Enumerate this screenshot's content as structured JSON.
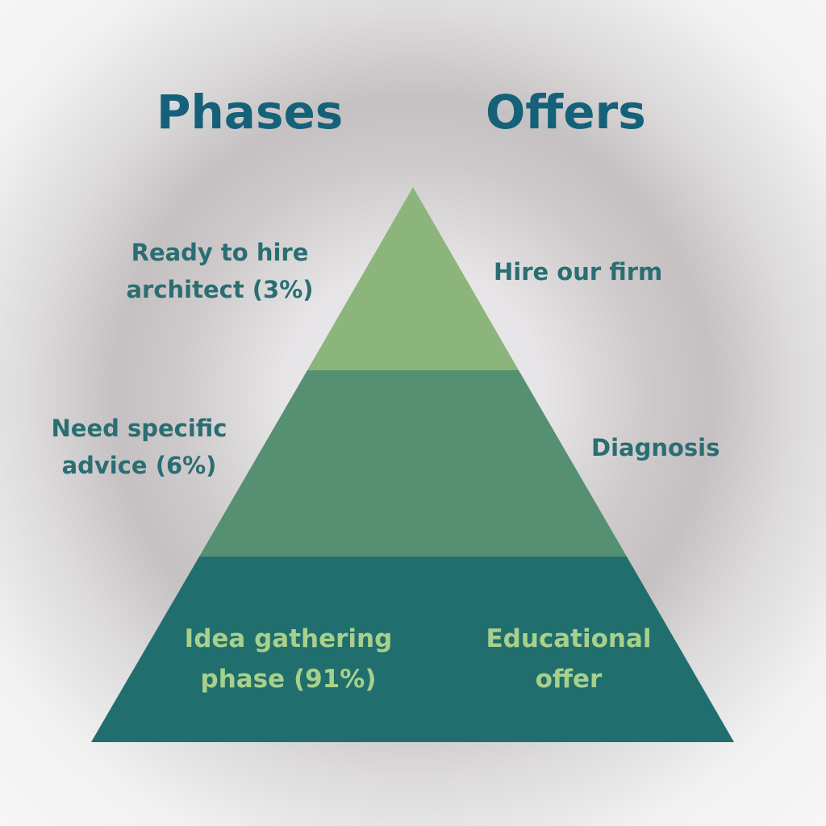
{
  "headings": {
    "phases": "Phases",
    "offers": "Offers"
  },
  "tiers": [
    {
      "phase": "Ready to hire\narchitect (3%)",
      "offer": "Hire our firm",
      "color": "#8bb57a"
    },
    {
      "phase": "Need specific\nadvice (6%)",
      "offer": "Diagnosis",
      "color": "#559073"
    },
    {
      "phase": "Idea gathering\nphase (91%)",
      "offer": "Educational\noffer",
      "color": "#216e6e"
    }
  ],
  "colors": {
    "heading": "#15617a",
    "side_text": "#2a6e72",
    "inner_text": "#a7d08c"
  }
}
